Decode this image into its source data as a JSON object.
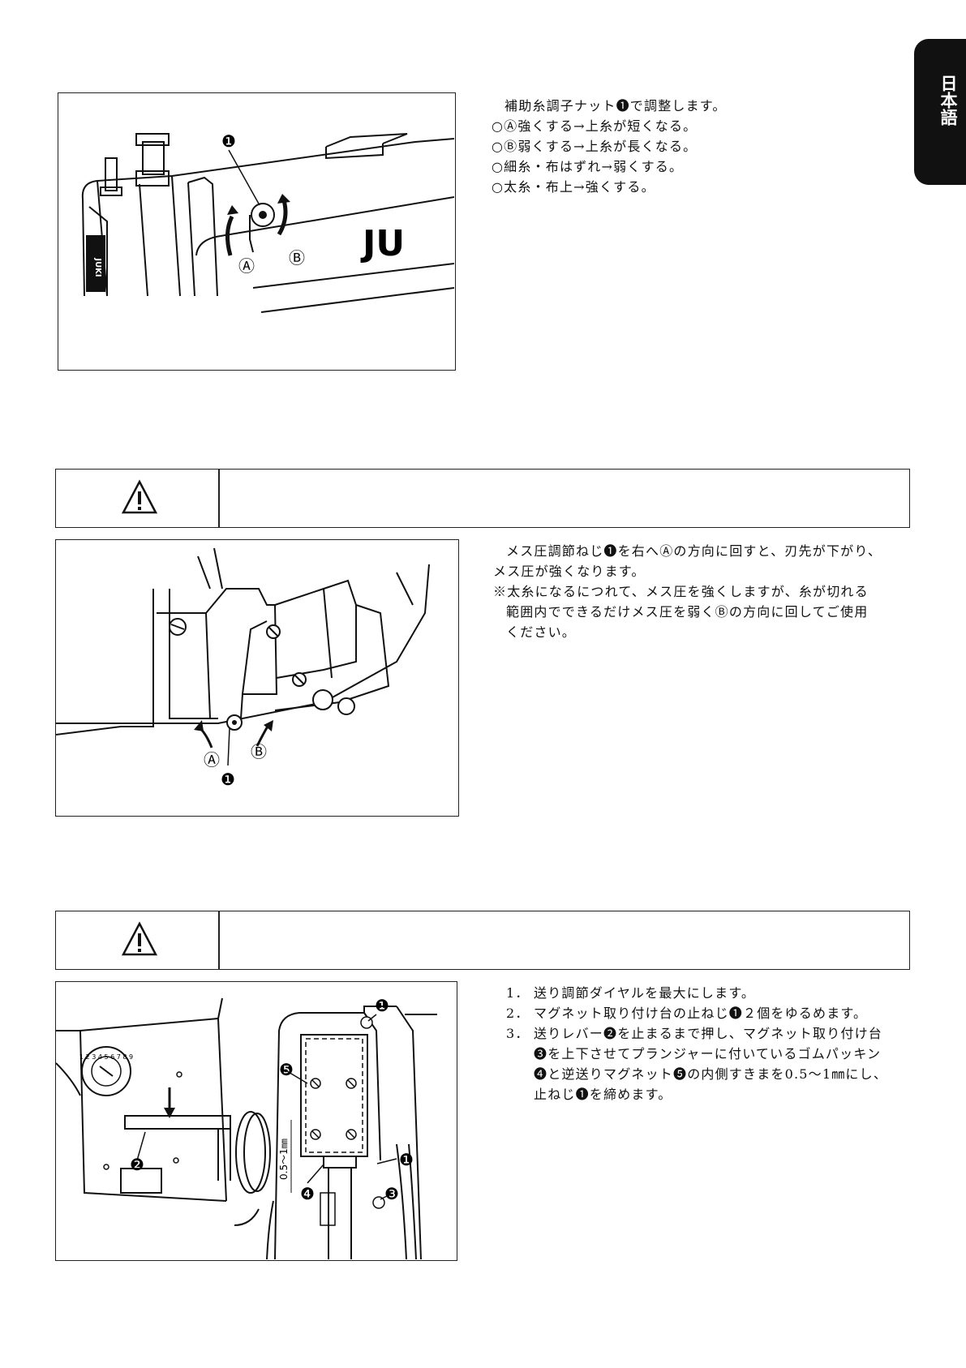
{
  "language_tab": {
    "label": "日本語"
  },
  "section1": {
    "lines": [
      "補助糸調子ナット❶で調整します。",
      "○Ⓐ強くする→上糸が短くなる。",
      "○Ⓑ弱くする→上糸が長くなる。",
      "○細糸・布はずれ→弱くする。",
      "○太糸・布上→強くする。"
    ],
    "figure": {
      "callout_1": "❶",
      "callout_a": "Ⓐ",
      "callout_b": "Ⓑ",
      "logo": "JU",
      "side_logo": "JUKI"
    }
  },
  "section2": {
    "lines": [
      "メス圧調節ねじ❶を右へⒶの方向に回すと、刃先が下がり、",
      "メス圧が強くなります。",
      "※太糸になるにつれて、メス圧を強くしますが、糸が切れる",
      "範囲内でできるだけメス圧を弱くⒷの方向に回してご使用",
      "ください。"
    ],
    "figure": {
      "callout_a": "Ⓐ",
      "callout_b": "Ⓑ",
      "callout_1": "❶"
    }
  },
  "section3": {
    "steps": [
      {
        "num": "1．",
        "lines": [
          "送り調節ダイヤルを最大にします。"
        ]
      },
      {
        "num": "2．",
        "lines": [
          "マグネット取り付け台の止ねじ❶２個をゆるめます。"
        ]
      },
      {
        "num": "3．",
        "lines": [
          "送りレバー❷を止まるまで押し、マグネット取り付け台",
          "❸を上下させてプランジャーに付いているゴムパッキン",
          "❹と逆送りマグネット❺の内側すきまを0.5〜1㎜にし、",
          "止ねじ❶を締めます。"
        ]
      }
    ],
    "figure": {
      "callout_1a": "❶",
      "callout_1b": "❶",
      "callout_2": "❷",
      "callout_3": "❸",
      "callout_4": "❹",
      "callout_5": "❺",
      "gap_label": "0.5〜1㎜",
      "dial_numbers": "1 2 3 4 5 6 7 8 9"
    }
  },
  "warning_icon": "warning-triangle-icon",
  "colors": {
    "ink": "#111111",
    "tab_bg": "#111111",
    "tab_text": "#ffffff"
  }
}
